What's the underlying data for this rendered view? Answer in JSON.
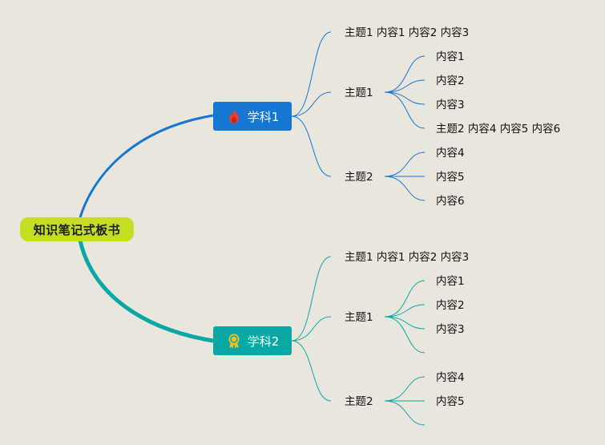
{
  "root": {
    "label": "知识笔记式板书"
  },
  "branches": [
    {
      "label": "学科1",
      "icon": "fire-icon",
      "color": "#1677d2",
      "header": "主题1 内容1 内容2 内容3",
      "topic1": {
        "label": "主题1",
        "items": [
          "内容1",
          "内容2",
          "内容3",
          "主题2 内容4 内容5 内容6"
        ]
      },
      "topic2": {
        "label": "主题2",
        "items": [
          "内容4",
          "内容5",
          "内容6"
        ]
      }
    },
    {
      "label": "学科2",
      "icon": "award-ribbon-icon",
      "color": "#0aa8a4",
      "header": "主题1 内容1 内容2 内容3",
      "topic1": {
        "label": "主题1",
        "items": [
          "内容1",
          "内容2",
          "内容3",
          ""
        ]
      },
      "topic2": {
        "label": "主题2",
        "items": [
          "内容4",
          "内容5",
          ""
        ]
      }
    }
  ]
}
